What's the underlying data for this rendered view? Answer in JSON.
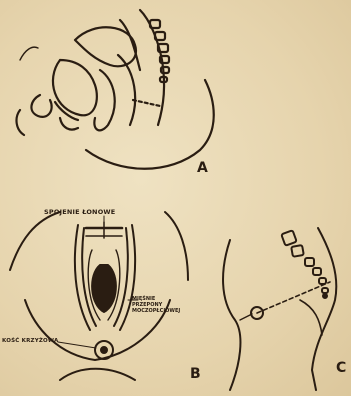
{
  "panels": {
    "a": {
      "letter": "A"
    },
    "b": {
      "letter": "B",
      "label_top": "SPOJENIE ŁONOWE",
      "label_right": "MIĘŚNIE\nPRZEPONY\nMOCZOPŁCIOWEJ",
      "label_left": "KOŚĆ KRZYŻOWA"
    },
    "c": {
      "letter": "C"
    }
  },
  "colors": {
    "ink": "#2a1d12",
    "paper": "#e8d8b4"
  }
}
